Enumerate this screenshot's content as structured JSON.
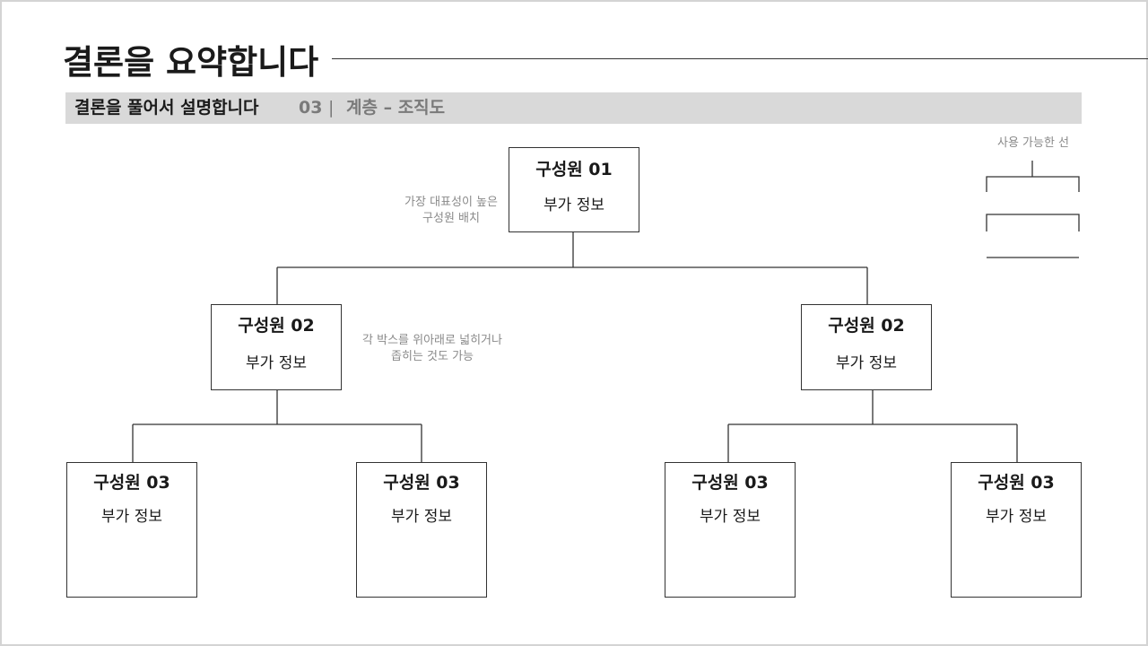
{
  "slide": {
    "title": "결론을 요약합니다",
    "subtitle": {
      "main": "결론을 풀어서 설명합니다",
      "number": "03",
      "separator": "|",
      "topic": "계층 – 조직도"
    }
  },
  "org_chart": {
    "root": {
      "name": "구성원 01",
      "extra": "부가 정보"
    },
    "level2": [
      {
        "name": "구성원 02",
        "extra": "부가 정보"
      },
      {
        "name": "구성원 02",
        "extra": "부가 정보"
      }
    ],
    "level3": [
      {
        "name": "구성원 03",
        "extra": "부가 정보"
      },
      {
        "name": "구성원 03",
        "extra": "부가 정보"
      },
      {
        "name": "구성원 03",
        "extra": "부가 정보"
      },
      {
        "name": "구성원 03",
        "extra": "부가 정보"
      }
    ]
  },
  "notes": {
    "top_member": [
      "가장 대표성이 높은",
      "구성원 배치"
    ],
    "resize_box": [
      "각 박스를 위아래로 넓히거나",
      "좁히는 것도 가능"
    ],
    "available_lines": "사용 가능한 선"
  },
  "colors": {
    "line": "#333333",
    "subbar_bg": "#d9d9d9",
    "muted_text": "#7a7a7a",
    "note_text": "#8a8a8a"
  }
}
